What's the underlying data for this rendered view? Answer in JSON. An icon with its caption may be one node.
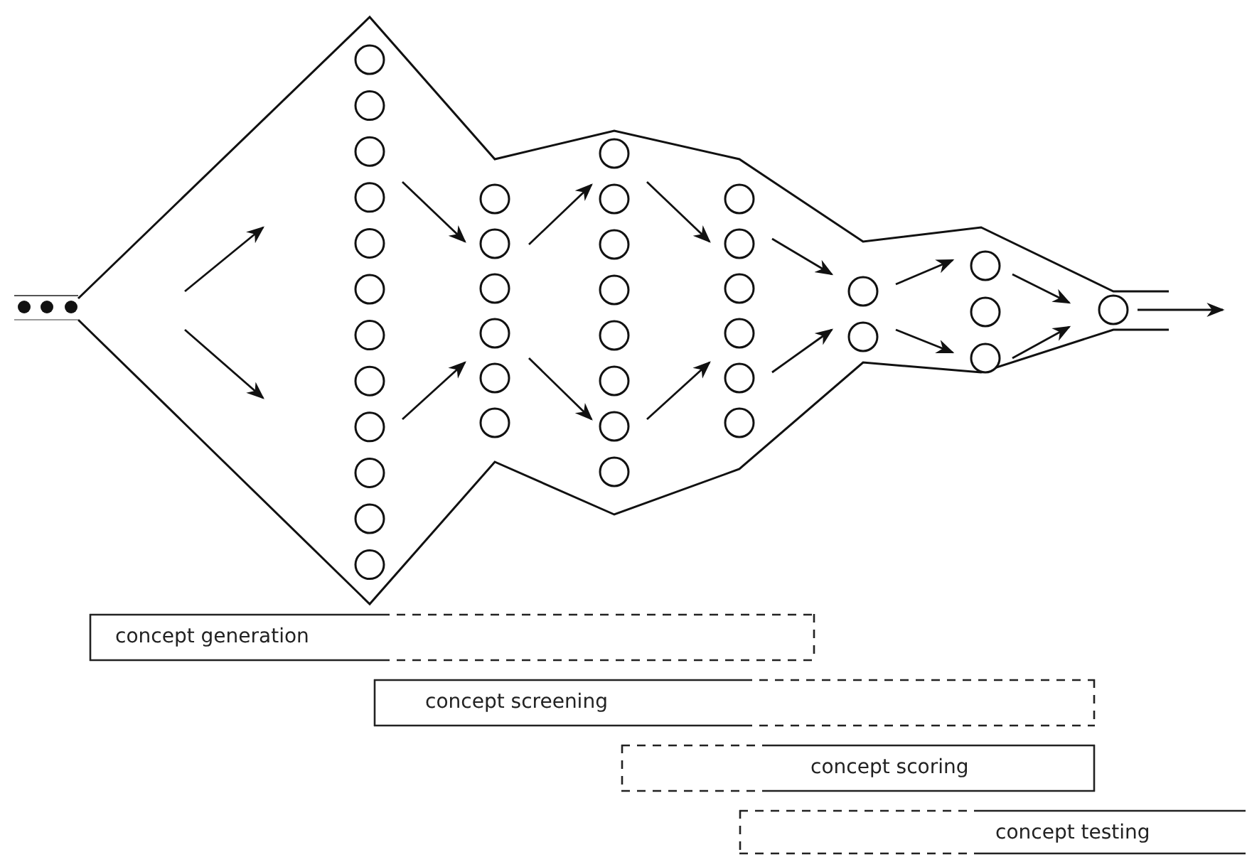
{
  "diagram": {
    "nodes": [
      {
        "text": [
          "concept generation"
        ]
      },
      {
        "text": [
          "concept screening"
        ]
      },
      {
        "text": [
          "concept scoring"
        ]
      },
      {
        "text": [
          "concept testing"
        ]
      }
    ]
  }
}
